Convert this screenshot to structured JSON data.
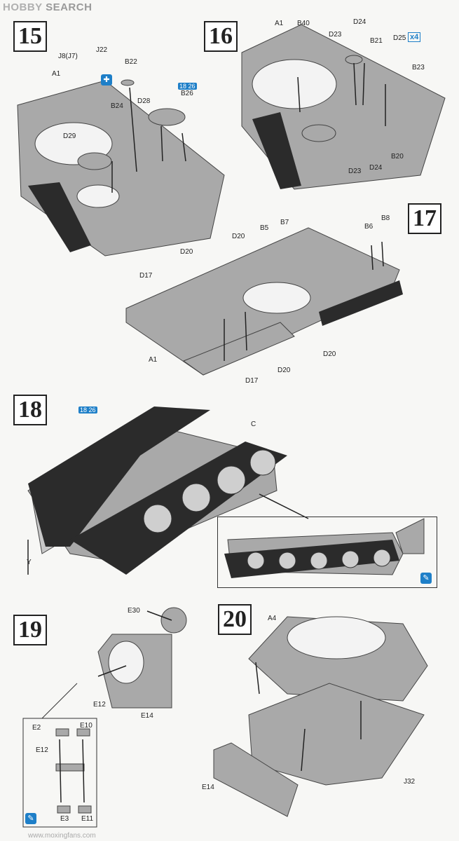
{
  "watermark": {
    "brand": "HOBBY",
    "rest": "SEARCH"
  },
  "steps": [
    "15",
    "16",
    "17",
    "18",
    "19",
    "20"
  ],
  "labels": {
    "s15": [
      "J8(J7)",
      "J22",
      "B22",
      "A1",
      "B26",
      "B24",
      "D28",
      "D29"
    ],
    "s16": [
      "A1",
      "B40",
      "D24",
      "D23",
      "B21",
      "D25",
      "B23",
      "D23",
      "D24",
      "B20"
    ],
    "s17": [
      "B5",
      "B7",
      "B6",
      "B8",
      "D20",
      "D20",
      "D17",
      "A1",
      "D17",
      "D20",
      "D20"
    ],
    "s18": [
      "C",
      "Y"
    ],
    "s19": [
      "E30",
      "E12",
      "E14",
      "E2",
      "E10",
      "E12",
      "E3",
      "E11"
    ],
    "s20": [
      "A4",
      "E14",
      "J32"
    ]
  },
  "badges": {
    "s15_h": "18 26",
    "s18_h": "18 26"
  },
  "multiplier": "x4",
  "footer": "www.moxingfans.com",
  "colors": {
    "accent": "#1e7fc8",
    "part": "#a9a9a9",
    "track": "#2b2b2b"
  },
  "icons": [
    "paint-icon",
    "glue-icon"
  ]
}
